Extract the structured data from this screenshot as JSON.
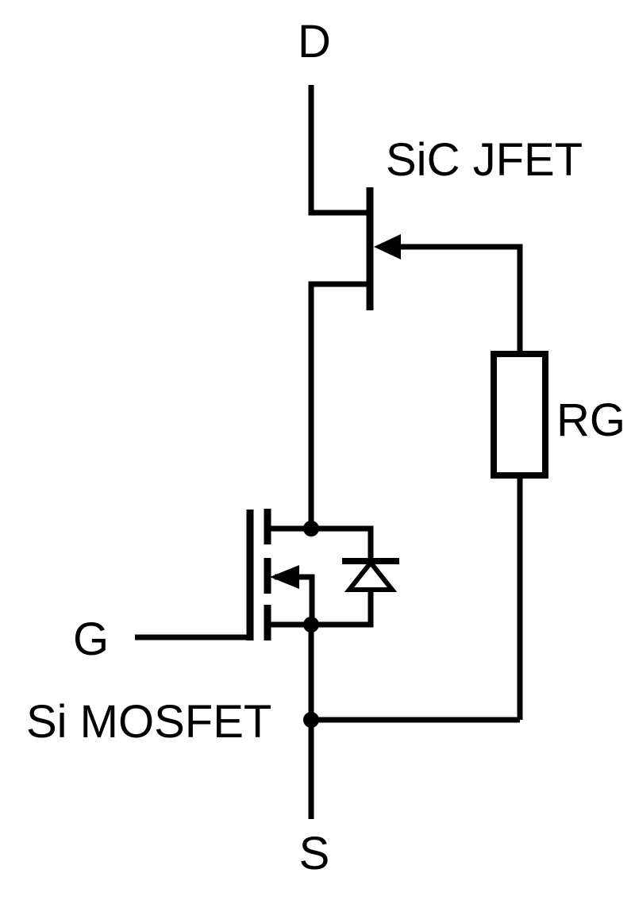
{
  "figure": {
    "type": "circuit-schematic",
    "description": "Cascode circuit: SiC JFET in series with Si MOSFET, JFET gate tied through resistor RG to MOSFET source",
    "colors": {
      "line": "#000000",
      "background": "#ffffff"
    },
    "terminals": {
      "drain": "D",
      "gate": "G",
      "source": "S"
    },
    "components": {
      "jfet_label": "SiC JFET",
      "mosfet_label": "Si MOSFET",
      "resistor_label": "RG"
    }
  }
}
